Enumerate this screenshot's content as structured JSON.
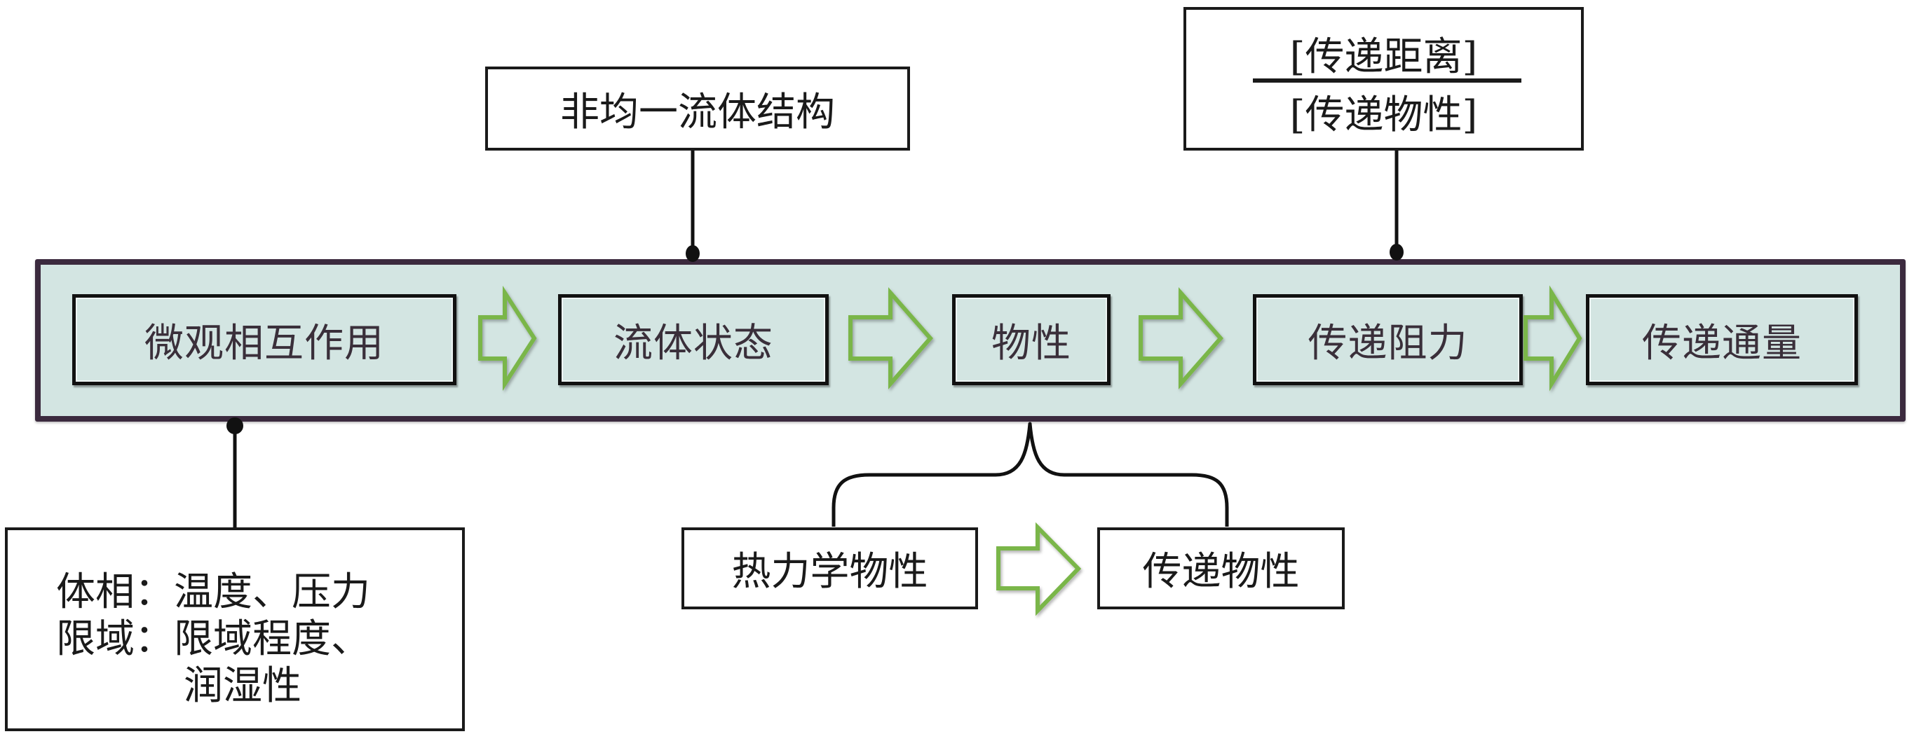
{
  "diagram": {
    "top_notes": {
      "structure": "非均一流体结构",
      "resistance_numerator": "[传递距离]",
      "resistance_denominator": "[传递物性]"
    },
    "chain": [
      {
        "label": "微观相互作用"
      },
      {
        "label": "流体状态"
      },
      {
        "label": "物性"
      },
      {
        "label": "传递阻力"
      },
      {
        "label": "传递通量"
      }
    ],
    "conditions": {
      "bulk_label": "体相：",
      "bulk_value": "温度、压力",
      "confined_label": "限域：",
      "confined_value_line1": "限域程度、",
      "confined_value_line2": "润湿性"
    },
    "property_split": {
      "from": "热力学物性",
      "to": "传递物性"
    },
    "colors": {
      "band_fill": "#d3e5e2",
      "band_border": "#3b2a3e",
      "arrow_outline": "#7ab648",
      "stage_text": "#3a2f3a"
    },
    "icons": {
      "flow_arrow": "hollow-right-arrow-icon",
      "connector_dot": "connector-dot-icon",
      "brace": "curly-brace-icon"
    }
  }
}
